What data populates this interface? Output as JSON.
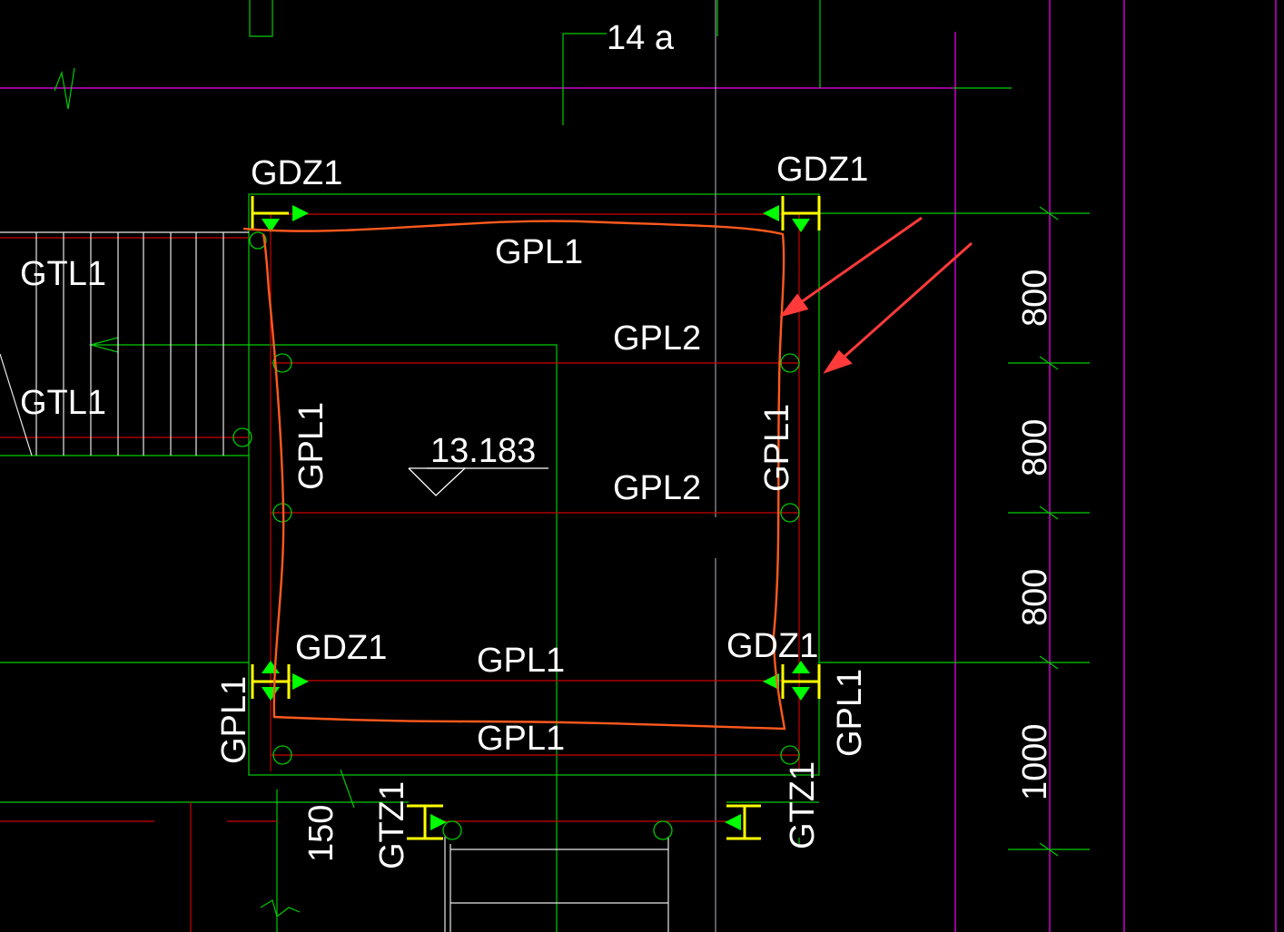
{
  "drawing": {
    "colors": {
      "background": "#000000",
      "axis_line": "#00cc00",
      "beam_line": "#cc0000",
      "grid_magenta": "#cc00cc",
      "column_yellow": "#ffff00",
      "marker_green": "#00ff00",
      "text": "#ffffff",
      "markup_orange": "#ff5a1e",
      "arrow_red": "#ff3a3a"
    },
    "labels": {
      "grid_axis": "14 a",
      "gdz_top_left": "GDZ1",
      "gdz_top_right": "GDZ1",
      "gdz_bottom_left": "GDZ1",
      "gdz_bottom_right": "GDZ1",
      "gtl_upper": "GTL1",
      "gtl_lower": "GTL1",
      "gpl1_top": "GPL1",
      "gpl2_upper": "GPL2",
      "gpl2_middle": "GPL2",
      "gpl1_left_vertical": "GPL1",
      "gpl1_right_vertical": "GPL1",
      "gpl1_bottom_upper": "GPL1",
      "gpl1_bottom_lower": "GPL1",
      "gpl1_bottom_left_vertical": "GPL1",
      "gpl1_bottom_right_vertical": "GPL1",
      "gtz_left": "GTZ1",
      "gtz_right": "GTZ1",
      "elevation": "13.183"
    },
    "dimensions": {
      "dim_1": "800",
      "dim_2": "800",
      "dim_3": "800",
      "dim_4": "1000",
      "dim_bottom": "150"
    }
  }
}
